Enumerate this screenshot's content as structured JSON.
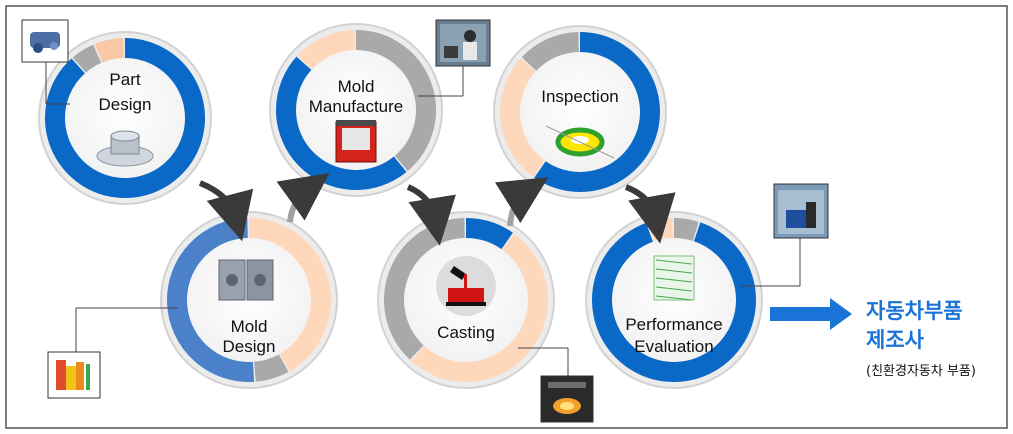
{
  "stages": [
    {
      "label_lines": [
        "Part",
        "Design"
      ],
      "segments": [
        {
          "color": "#0a69c7",
          "frac": 0.86
        },
        {
          "color": "#a9a9a9",
          "frac": 0.05
        },
        {
          "color": "#f9c9a6",
          "frac": 0.06
        }
      ],
      "thumb": "part-thumbnail"
    },
    {
      "label_lines": [
        "Mold",
        "Design"
      ],
      "segments": [
        {
          "color": "#ffd7bb",
          "frac": 0.42
        },
        {
          "color": "#a9a9a9",
          "frac": 0.07
        },
        {
          "color": "#4a81c9",
          "frac": 0.51
        }
      ],
      "thumb": "mold-design-thumbnail"
    },
    {
      "label_lines": [
        "Mold",
        "Manufacture"
      ],
      "segments": [
        {
          "color": "#a9a9a9",
          "frac": 0.36
        },
        {
          "color": "#0a69c7",
          "frac": 0.44
        },
        {
          "color": "#ffd7bb",
          "frac": 0.12
        }
      ],
      "thumb": "lab-photo-thumbnail"
    },
    {
      "label_lines": [
        "Casting"
      ],
      "segments": [
        {
          "color": "#0a69c7",
          "frac": 0.1
        },
        {
          "color": "#ffd7bb",
          "frac": 0.52
        },
        {
          "color": "#a9a9a9",
          "frac": 0.38
        }
      ],
      "thumb": "furnace-photo-thumbnail"
    },
    {
      "label_lines": [
        "Inspection"
      ],
      "segments": [
        {
          "color": "#0a69c7",
          "frac": 0.6
        },
        {
          "color": "#ffd7bb",
          "frac": 0.27
        },
        {
          "color": "#a9a9a9",
          "frac": 0.13
        }
      ],
      "thumb": "scan-thumbnail"
    },
    {
      "label_lines": [
        "Performance",
        "Evaluation"
      ],
      "segments": [
        {
          "color": "#a9a9a9",
          "frac": 0.05
        },
        {
          "color": "#0a69c7",
          "frac": 0.86
        },
        {
          "color": "#ffd7bb",
          "frac": 0.05
        }
      ],
      "thumb": "machine-photo-thumbnail"
    }
  ],
  "result": {
    "title_line1": "자동차부품",
    "title_line2": "제조사",
    "subtitle": "(친환경자동차 부품)"
  },
  "colors": {
    "blue": "#0a69c7",
    "mid_blue": "#4a81c9",
    "peach": "#ffd7bb",
    "gray": "#a9a9a9",
    "frame": "#555555",
    "arrow": "#1a73d6"
  }
}
